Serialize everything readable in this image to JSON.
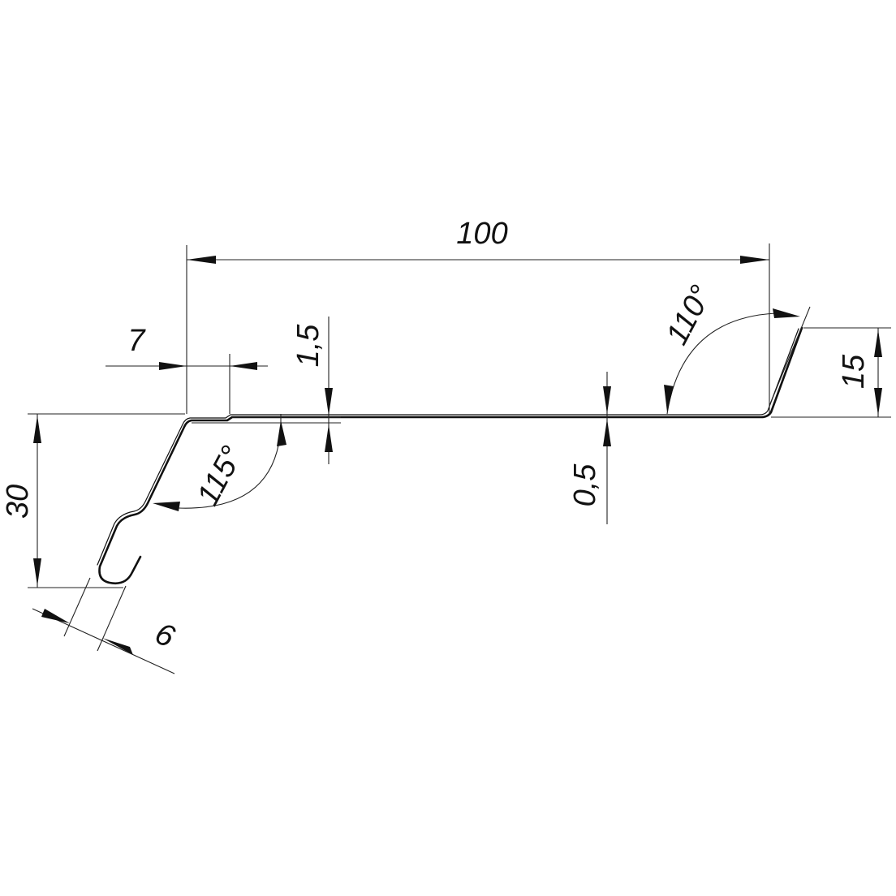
{
  "drawing": {
    "dimensions": {
      "width_total": "100",
      "lip_width": "7",
      "lip_step_height": "1,5",
      "thickness": "0,5",
      "right_flange_height": "15",
      "left_flange_height": "30",
      "hook_width": "6"
    },
    "angles": {
      "right_bend": "110°",
      "left_bend": "115°"
    },
    "colors": {
      "line": "#111111",
      "background": "#ffffff"
    }
  }
}
